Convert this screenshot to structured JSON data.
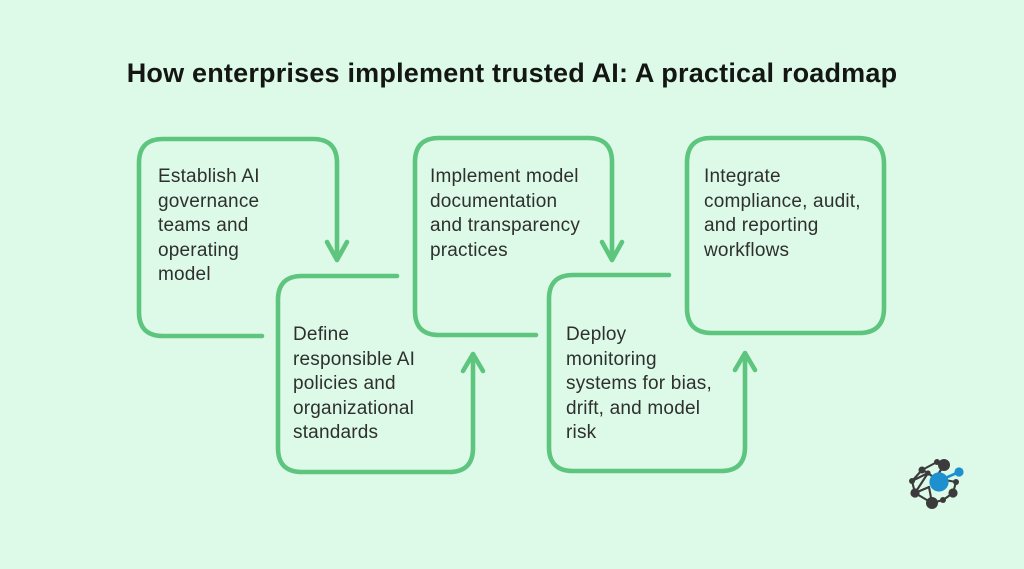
{
  "title": "How enterprises implement trusted AI: A practical roadmap",
  "steps": [
    {
      "id": 1,
      "label": "Establish AI\ngovernance\nteams and\noperating\nmodel"
    },
    {
      "id": 2,
      "label": "Define\nresponsible AI\npolicies and\norganizational\nstandards"
    },
    {
      "id": 3,
      "label": "Implement model\ndocumentation\nand transparency\npractices"
    },
    {
      "id": 4,
      "label": "Deploy\nmonitoring\nsystems for bias,\ndrift, and model\nrisk"
    },
    {
      "id": 5,
      "label": "Integrate\ncompliance, audit,\nand reporting\nworkflows"
    }
  ],
  "icons": {
    "logo": "network-graph-logo"
  },
  "colors": {
    "background": "#ddfae8",
    "box_stroke": "#5ec57f",
    "body_text": "#2e302e",
    "title_text": "#131613",
    "logo_dark": "#3b3b3b",
    "logo_blue": "#1e90cf"
  }
}
